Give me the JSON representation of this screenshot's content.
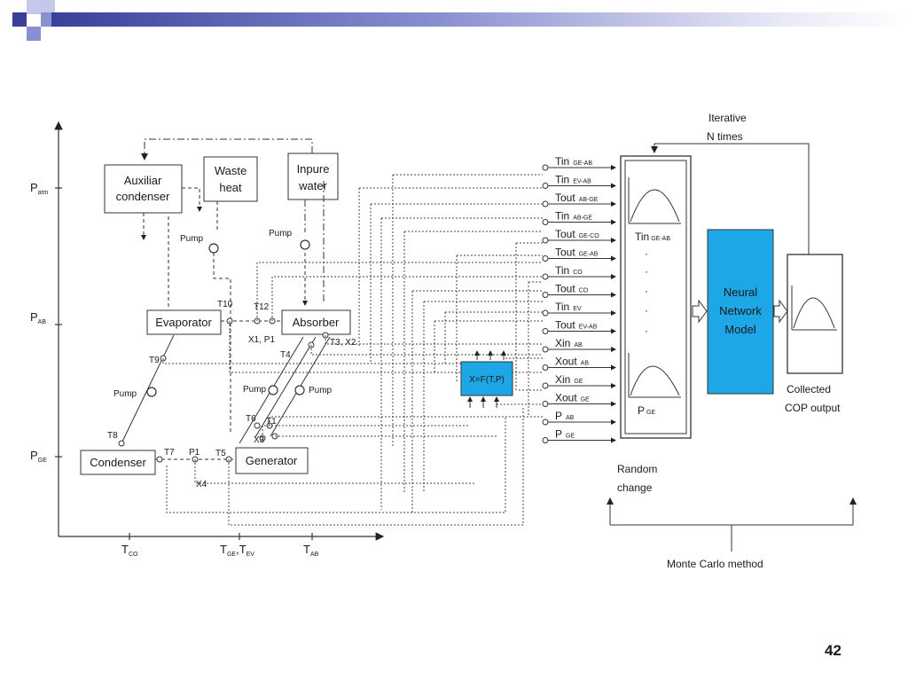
{
  "slide": {
    "page_number": "42"
  },
  "colors": {
    "accent_dark": "#3a3f9a",
    "accent_mid": "#8a8fd0",
    "accent_light": "#c5c8ea",
    "nn_blue": "#1ea7e6"
  },
  "axes": {
    "y_patm": "P",
    "y_patm_sub": "atm",
    "y_pab": "P",
    "y_pab_sub": "AB",
    "y_pge": "P",
    "y_pge_sub": "GE",
    "x_tco": "T",
    "x_tco_sub": "CO",
    "x_tge_a": "T",
    "x_tge_sub": "GE",
    "x_tge_b": ",T",
    "x_tev_sub": "EV",
    "x_tab": "T",
    "x_tab_sub": "AB"
  },
  "blocks": {
    "auxiliar": [
      "Auxiliar",
      "condenser"
    ],
    "waste": [
      "Waste",
      "heat"
    ],
    "inpure": [
      "Inpure",
      "water"
    ],
    "evaporator": "Evaporator",
    "absorber": "Absorber",
    "condenser": "Condenser",
    "generator": "Generator",
    "xf": "X=F(T,P)",
    "neural": [
      "Neural",
      "Network",
      "Model"
    ]
  },
  "labels": {
    "pump": "Pump",
    "T10": "T10",
    "T12": "T12",
    "X1P1": "X1, P1",
    "T3X2": "T3, X2",
    "T4": "T4",
    "T9": "T9",
    "T6": "T6",
    "T1": "T1",
    "X3": "X3",
    "T8": "T8",
    "T7": "T7",
    "P1": "P1",
    "T5": "T5",
    "X4": "X4"
  },
  "inputs": [
    {
      "main": "Tin",
      "sub": "GE-AB"
    },
    {
      "main": "Tin",
      "sub": "EV-AB"
    },
    {
      "main": "Tout",
      "sub": "AB-GE"
    },
    {
      "main": "Tin",
      "sub": "AB-GE"
    },
    {
      "main": "Tout",
      "sub": "GE-CO"
    },
    {
      "main": "Tout",
      "sub": "GE-AB"
    },
    {
      "main": "Tin",
      "sub": "CO"
    },
    {
      "main": "Tout",
      "sub": "CO"
    },
    {
      "main": "Tin",
      "sub": "EV"
    },
    {
      "main": "Tout",
      "sub": "EV-AB"
    },
    {
      "main": "Xin",
      "sub": "AB"
    },
    {
      "main": "Xout",
      "sub": "AB"
    },
    {
      "main": "Xin",
      "sub": "GE"
    },
    {
      "main": "Xout",
      "sub": "GE"
    },
    {
      "main": "P",
      "sub": "AB"
    },
    {
      "main": "P",
      "sub": "GE"
    }
  ],
  "dist": {
    "top_main": "Tin",
    "top_sub": "GE-AB",
    "dots": [
      "·",
      "·",
      "·",
      "·",
      "·"
    ],
    "bottom_main": "P",
    "bottom_sub": "GE"
  },
  "annotations": {
    "iterative": [
      "Iterative",
      "N times"
    ],
    "collected": [
      "Collected",
      "COP output"
    ],
    "random": [
      "Random",
      "change"
    ],
    "monte_carlo": "Monte Carlo method"
  }
}
